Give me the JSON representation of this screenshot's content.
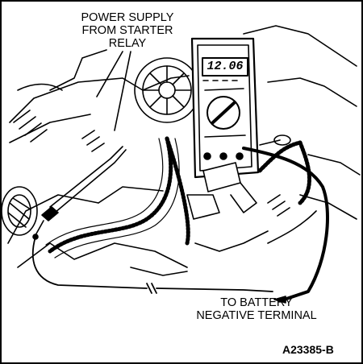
{
  "labels": {
    "power_supply": [
      "POWER SUPPLY",
      "FROM STARTER",
      "RELAY"
    ],
    "battery": [
      "TO BATTERY",
      "NEGATIVE TERMINAL"
    ],
    "figure_id": "A23385-B"
  },
  "meter": {
    "reading": "12.06"
  },
  "colors": {
    "ink": "#000000",
    "paper": "#ffffff"
  }
}
